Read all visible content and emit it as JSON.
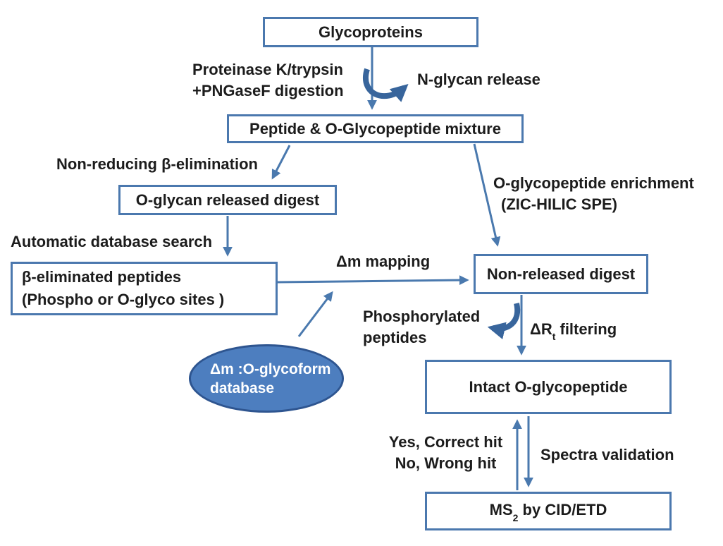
{
  "diagram": {
    "boxes": {
      "glycoproteins": {
        "label": "Glycoproteins"
      },
      "peptide_mixture": {
        "label": "Peptide & O-Glycopeptide mixture"
      },
      "oglycan_released": {
        "label": "O-glycan released digest"
      },
      "beta_eliminated": {
        "line1": "β-eliminated peptides",
        "line2": "(Phospho or O-glyco sites )"
      },
      "non_released": {
        "label": "Non-released digest"
      },
      "intact": {
        "label": "Intact O-glycopeptide"
      },
      "ms2": {
        "prefix": "MS",
        "subscript": "2",
        "suffix": " by CID/ETD"
      }
    },
    "ellipse": {
      "line1": "Δm :O-glycoform",
      "line2": "database"
    },
    "labels": {
      "proteinase_line1": "Proteinase K/trypsin",
      "proteinase_line2": "+PNGaseF digestion",
      "n_glycan_release": "N-glycan release",
      "non_reducing": "Non-reducing β-elimination",
      "auto_search": "Automatic database search",
      "dm_mapping": "Δm mapping",
      "enrichment_line1": "O-glycopeptide enrichment",
      "enrichment_line2": "(ZIC-HILIC SPE)",
      "phospho_line1": "Phosphorylated",
      "phospho_line2": "peptides",
      "drt_prefix": "ΔR",
      "drt_sub": "t",
      "drt_suffix": " filtering",
      "yes_line": "Yes, Correct hit",
      "no_line": "No, Wrong hit",
      "spectra": "Spectra validation"
    },
    "colors": {
      "box_border": "#4b78ae",
      "arrow": "#4a79ae",
      "thick_arrow": "#38659c",
      "ellipse_fill": "#4d7ebf",
      "ellipse_border": "#2e5590",
      "text": "#1c1c1c",
      "ellipse_text": "#ffffff",
      "background": "#ffffff"
    }
  }
}
